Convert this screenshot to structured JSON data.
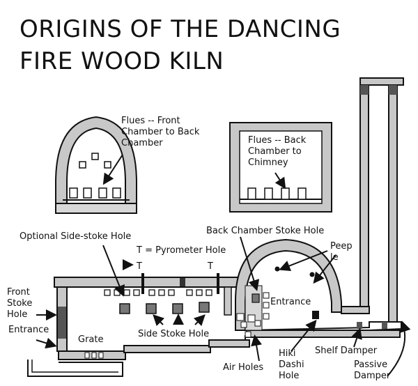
{
  "title": {
    "line1": "ORIGINS OF THE DANCING",
    "line2": "FIRE WOOD KILN"
  },
  "labels": {
    "flues_front": "Flues -- Front\nChamber to Back\nChamber",
    "flues_back": "Flues -- Back\nChamber to\nChimney",
    "optional_side_stoke": "Optional Side-stoke Hole",
    "pyrometer": "T = Pyrometer Hole",
    "t_mark": "T",
    "back_chamber_stoke": "Back Chamber Stoke Hole",
    "peep": "Peep\nle",
    "front_stoke": "Front\nStoke\nHole",
    "entrance_left": "Entrance",
    "entrance_right": "Entrance",
    "grate": "Grate",
    "side_stoke": "Side Stoke Hole",
    "air_holes": "Air Holes",
    "hiki_dashi": "Hiki\nDashi\nHole",
    "shelf_damper": "Shelf Damper",
    "passive_damper": "Passive\nDamper"
  },
  "colors": {
    "ink": "#111111",
    "wall_fill": "#c8c8c8",
    "wall_dark": "#555555"
  }
}
